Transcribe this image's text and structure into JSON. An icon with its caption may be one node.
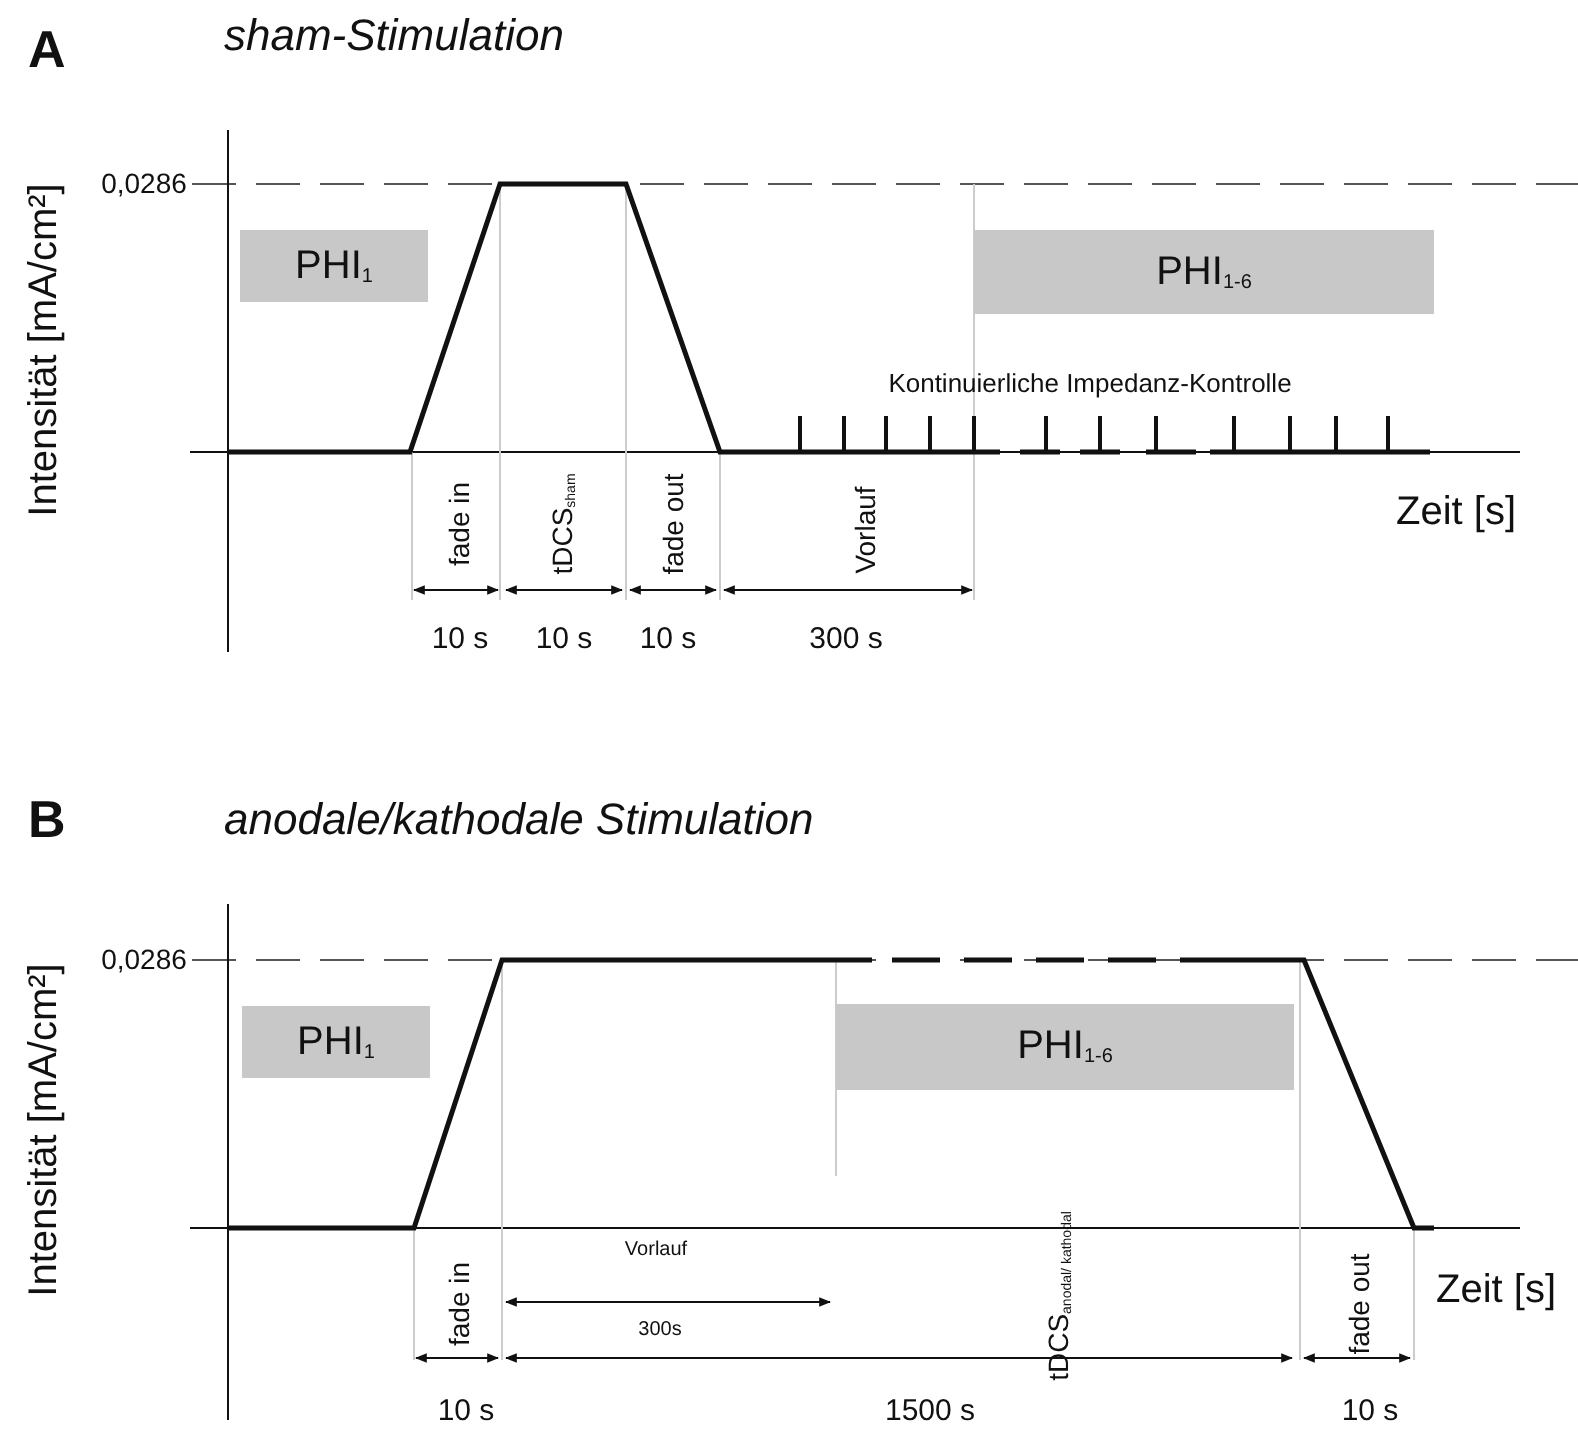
{
  "diagram": {
    "nodes": [
      {
        "text": [
          "PHI$_{1}$"
        ]
      },
      {
        "text": [
          "PHI$_{1-6}$"
        ]
      },
      {
        "text": [
          "PHI$_{1}$"
        ]
      },
      {
        "text": [
          "PHI$_{1-6}$"
        ]
      }
    ],
    "labels": [
      "A",
      "sham-Stimulation",
      "Intensität [mA/cm²]",
      "0,0286",
      "Kontinuierliche Impedanz-Kontrolle",
      "Zeit [s]",
      "fade in",
      "tDCS$_{sham}$",
      "fade out",
      "Vorlauf",
      "10 s",
      "10 s",
      "10 s",
      "300 s",
      "B",
      "anodale/kathodale Stimulation",
      "Intensität [mA/cm²]",
      "0,0286",
      "Vorlauf",
      "300s",
      "tDCS$_{anodal/ kathodal}$",
      "Zeit [s]",
      "fade in",
      "fade out",
      "10 s",
      "1500 s",
      "10 s"
    ]
  }
}
